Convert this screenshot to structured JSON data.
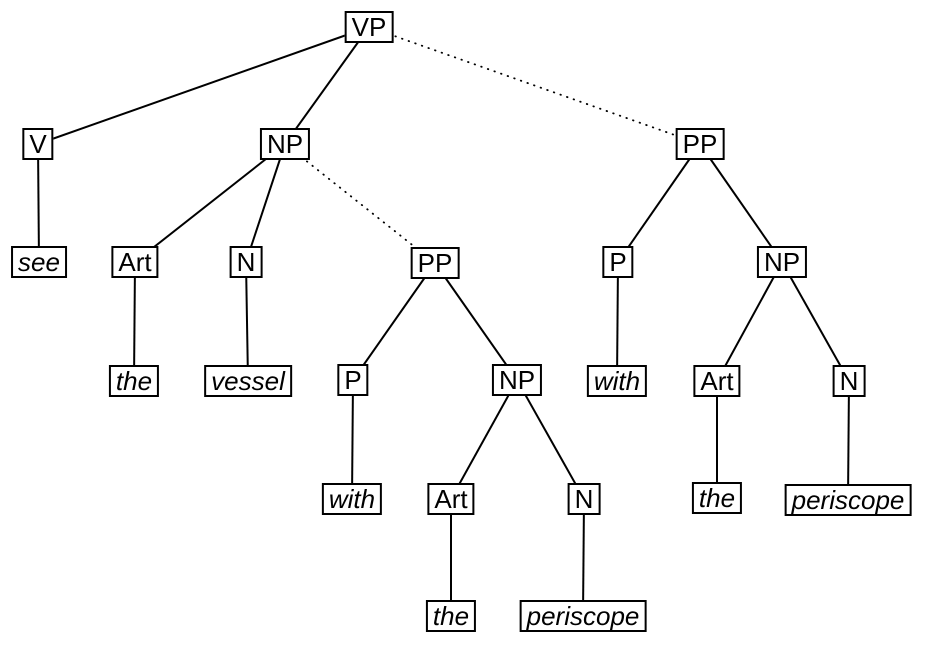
{
  "tree": {
    "nodes": {
      "vp": {
        "label": "VP",
        "type": "nonterminal"
      },
      "v": {
        "label": "V",
        "type": "nonterminal"
      },
      "np1": {
        "label": "NP",
        "type": "nonterminal"
      },
      "pp3": {
        "label": "PP",
        "type": "nonterminal"
      },
      "see": {
        "label": "see",
        "type": "terminal"
      },
      "art1": {
        "label": "Art",
        "type": "nonterminal"
      },
      "n1": {
        "label": "N",
        "type": "nonterminal"
      },
      "pp2": {
        "label": "PP",
        "type": "nonterminal"
      },
      "p3": {
        "label": "P",
        "type": "nonterminal"
      },
      "np3": {
        "label": "NP",
        "type": "nonterminal"
      },
      "the1": {
        "label": "the",
        "type": "terminal"
      },
      "vessel": {
        "label": "vessel",
        "type": "terminal"
      },
      "p2": {
        "label": "P",
        "type": "nonterminal"
      },
      "np2": {
        "label": "NP",
        "type": "nonterminal"
      },
      "with3": {
        "label": "with",
        "type": "terminal"
      },
      "art3": {
        "label": "Art",
        "type": "nonterminal"
      },
      "n3": {
        "label": "N",
        "type": "nonterminal"
      },
      "with2": {
        "label": "with",
        "type": "terminal"
      },
      "art2": {
        "label": "Art",
        "type": "nonterminal"
      },
      "n2": {
        "label": "N",
        "type": "nonterminal"
      },
      "the3": {
        "label": "the",
        "type": "terminal"
      },
      "periscope3": {
        "label": "periscope",
        "type": "terminal"
      },
      "the2": {
        "label": "the",
        "type": "terminal"
      },
      "periscope2": {
        "label": "periscope",
        "type": "terminal"
      }
    },
    "edges": [
      {
        "from": "vp",
        "to": "v",
        "style": "solid"
      },
      {
        "from": "vp",
        "to": "np1",
        "style": "solid"
      },
      {
        "from": "vp",
        "to": "pp3",
        "style": "dotted"
      },
      {
        "from": "v",
        "to": "see",
        "style": "solid"
      },
      {
        "from": "np1",
        "to": "art1",
        "style": "solid"
      },
      {
        "from": "np1",
        "to": "n1",
        "style": "solid"
      },
      {
        "from": "np1",
        "to": "pp2",
        "style": "dotted"
      },
      {
        "from": "art1",
        "to": "the1",
        "style": "solid"
      },
      {
        "from": "n1",
        "to": "vessel",
        "style": "solid"
      },
      {
        "from": "pp2",
        "to": "p2",
        "style": "solid"
      },
      {
        "from": "pp2",
        "to": "np2",
        "style": "solid"
      },
      {
        "from": "p2",
        "to": "with2",
        "style": "solid"
      },
      {
        "from": "np2",
        "to": "art2",
        "style": "solid"
      },
      {
        "from": "np2",
        "to": "n2",
        "style": "solid"
      },
      {
        "from": "art2",
        "to": "the2",
        "style": "solid"
      },
      {
        "from": "n2",
        "to": "periscope2",
        "style": "solid"
      },
      {
        "from": "pp3",
        "to": "p3",
        "style": "solid"
      },
      {
        "from": "pp3",
        "to": "np3",
        "style": "solid"
      },
      {
        "from": "p3",
        "to": "with3",
        "style": "solid"
      },
      {
        "from": "np3",
        "to": "art3",
        "style": "solid"
      },
      {
        "from": "np3",
        "to": "n3",
        "style": "solid"
      },
      {
        "from": "art3",
        "to": "the3",
        "style": "solid"
      },
      {
        "from": "n3",
        "to": "periscope3",
        "style": "solid"
      }
    ],
    "colors": {
      "background": "#ffffff",
      "line": "#000000",
      "box_border": "#000000",
      "box_fill": "#ffffff",
      "text": "#000000"
    }
  }
}
